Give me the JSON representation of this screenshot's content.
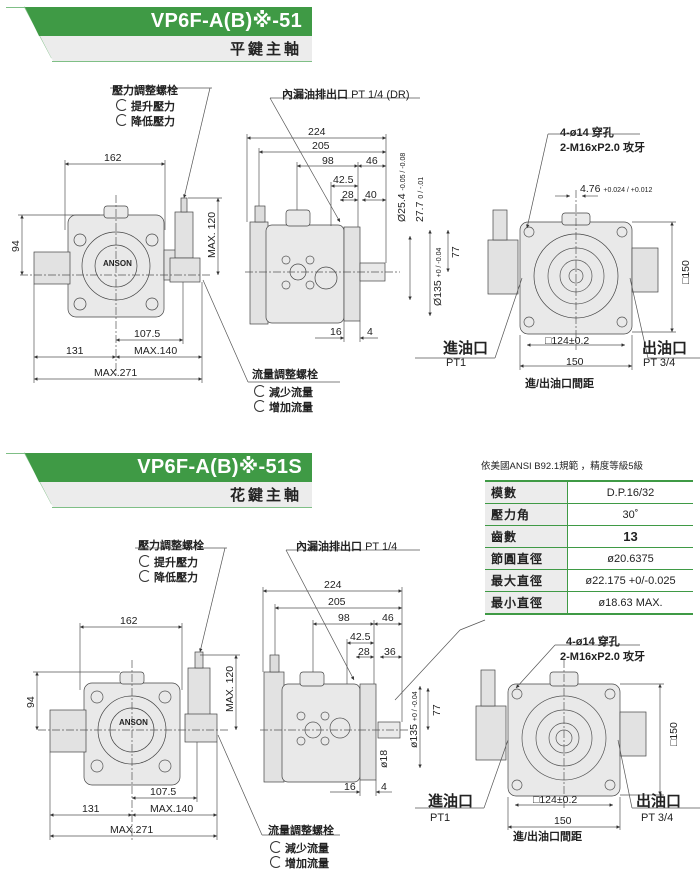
{
  "sections": [
    {
      "header": {
        "title": "VP6F-A(B)※-51",
        "subtitle": "平鍵主軸"
      },
      "pressure_screw": {
        "label": "壓力調整螺栓",
        "inc": "提升壓力",
        "dec": "降低壓力"
      },
      "drain": {
        "label": "內漏油排出口",
        "spec": "PT 1/4 (DR)"
      },
      "flow_screw": {
        "label": "流量調整螺栓",
        "dec": "減少流量",
        "inc": "增加流量"
      },
      "front_dims": {
        "w162": "162",
        "h94": "94",
        "max120": "MAX. 120",
        "d1075": "107.5",
        "d131": "131",
        "max140": "MAX.140",
        "max271": "MAX.271",
        "brand": "ANSON"
      },
      "side_dims": {
        "d224": "224",
        "d205": "205",
        "d98": "98",
        "d46": "46",
        "d425": "42.5",
        "d28": "28",
        "d40": "40",
        "d16": "16",
        "d4": "4",
        "shaft": "Ø25.4",
        "shaft_tol": "-0.05 / -0.08",
        "d277": "27.7",
        "d277_tol": "0 / -.01",
        "bore": "Ø135",
        "bore_tol": "+0 / -0.04",
        "d77": "77"
      },
      "rear": {
        "holes": "4-ø14 穿孔",
        "thread": "2-M16xP2.0 攻牙",
        "key": "4.76",
        "key_tol": "+0.024 / +0.012",
        "sq150": "□150",
        "sq124": "□124±0.2",
        "d150": "150",
        "inlet": "進油口",
        "inlet_spec": "PT1",
        "outlet": "出油口",
        "outlet_spec": "PT 3/4",
        "spacing": "進/出油口間距"
      }
    },
    {
      "header": {
        "title": "VP6F-A(B)※-51S",
        "subtitle": "花鍵主軸"
      },
      "pressure_screw": {
        "label": "壓力調整螺栓",
        "inc": "提升壓力",
        "dec": "降低壓力"
      },
      "drain": {
        "label": "內漏油排出口",
        "spec": "PT 1/4"
      },
      "flow_screw": {
        "label": "流量調整螺栓",
        "dec": "減少流量",
        "inc": "增加流量"
      },
      "front_dims": {
        "w162": "162",
        "h94": "94",
        "max120": "MAX. 120",
        "d1075": "107.5",
        "d131": "131",
        "max140": "MAX.140",
        "max271": "MAX.271",
        "brand": "ANSON"
      },
      "side_dims": {
        "d224": "224",
        "d205": "205",
        "d98": "98",
        "d46": "46",
        "d425": "42.5",
        "d28": "28",
        "d36": "36",
        "d16": "16",
        "d4": "4",
        "bore": "ø135",
        "bore_tol": "+0 / -0.04",
        "d77": "77",
        "d18": "ø18"
      },
      "rear": {
        "holes": "4-ø14 穿孔",
        "thread": "2-M16xP2.0 攻牙",
        "sq150": "□150",
        "sq124": "□124±0.2",
        "d150": "150",
        "inlet": "進油口",
        "inlet_spec": "PT1",
        "outlet": "出油口",
        "outlet_spec": "PT 3/4",
        "spacing": "進/出油口間距"
      },
      "spline_table": {
        "note": "依美國ANSI B92.1規範 ，精度等級5級",
        "rows": [
          {
            "k": "模數",
            "v": "D.P.16/32"
          },
          {
            "k": "壓力角",
            "v": "30˚"
          },
          {
            "k": "齒數",
            "v": "13"
          },
          {
            "k": "節圓直徑",
            "v": "ø20.6375"
          },
          {
            "k": "最大直徑",
            "v": "ø22.175 +0/-0.025"
          },
          {
            "k": "最小直徑",
            "v": "ø18.63 MAX."
          }
        ]
      }
    }
  ]
}
